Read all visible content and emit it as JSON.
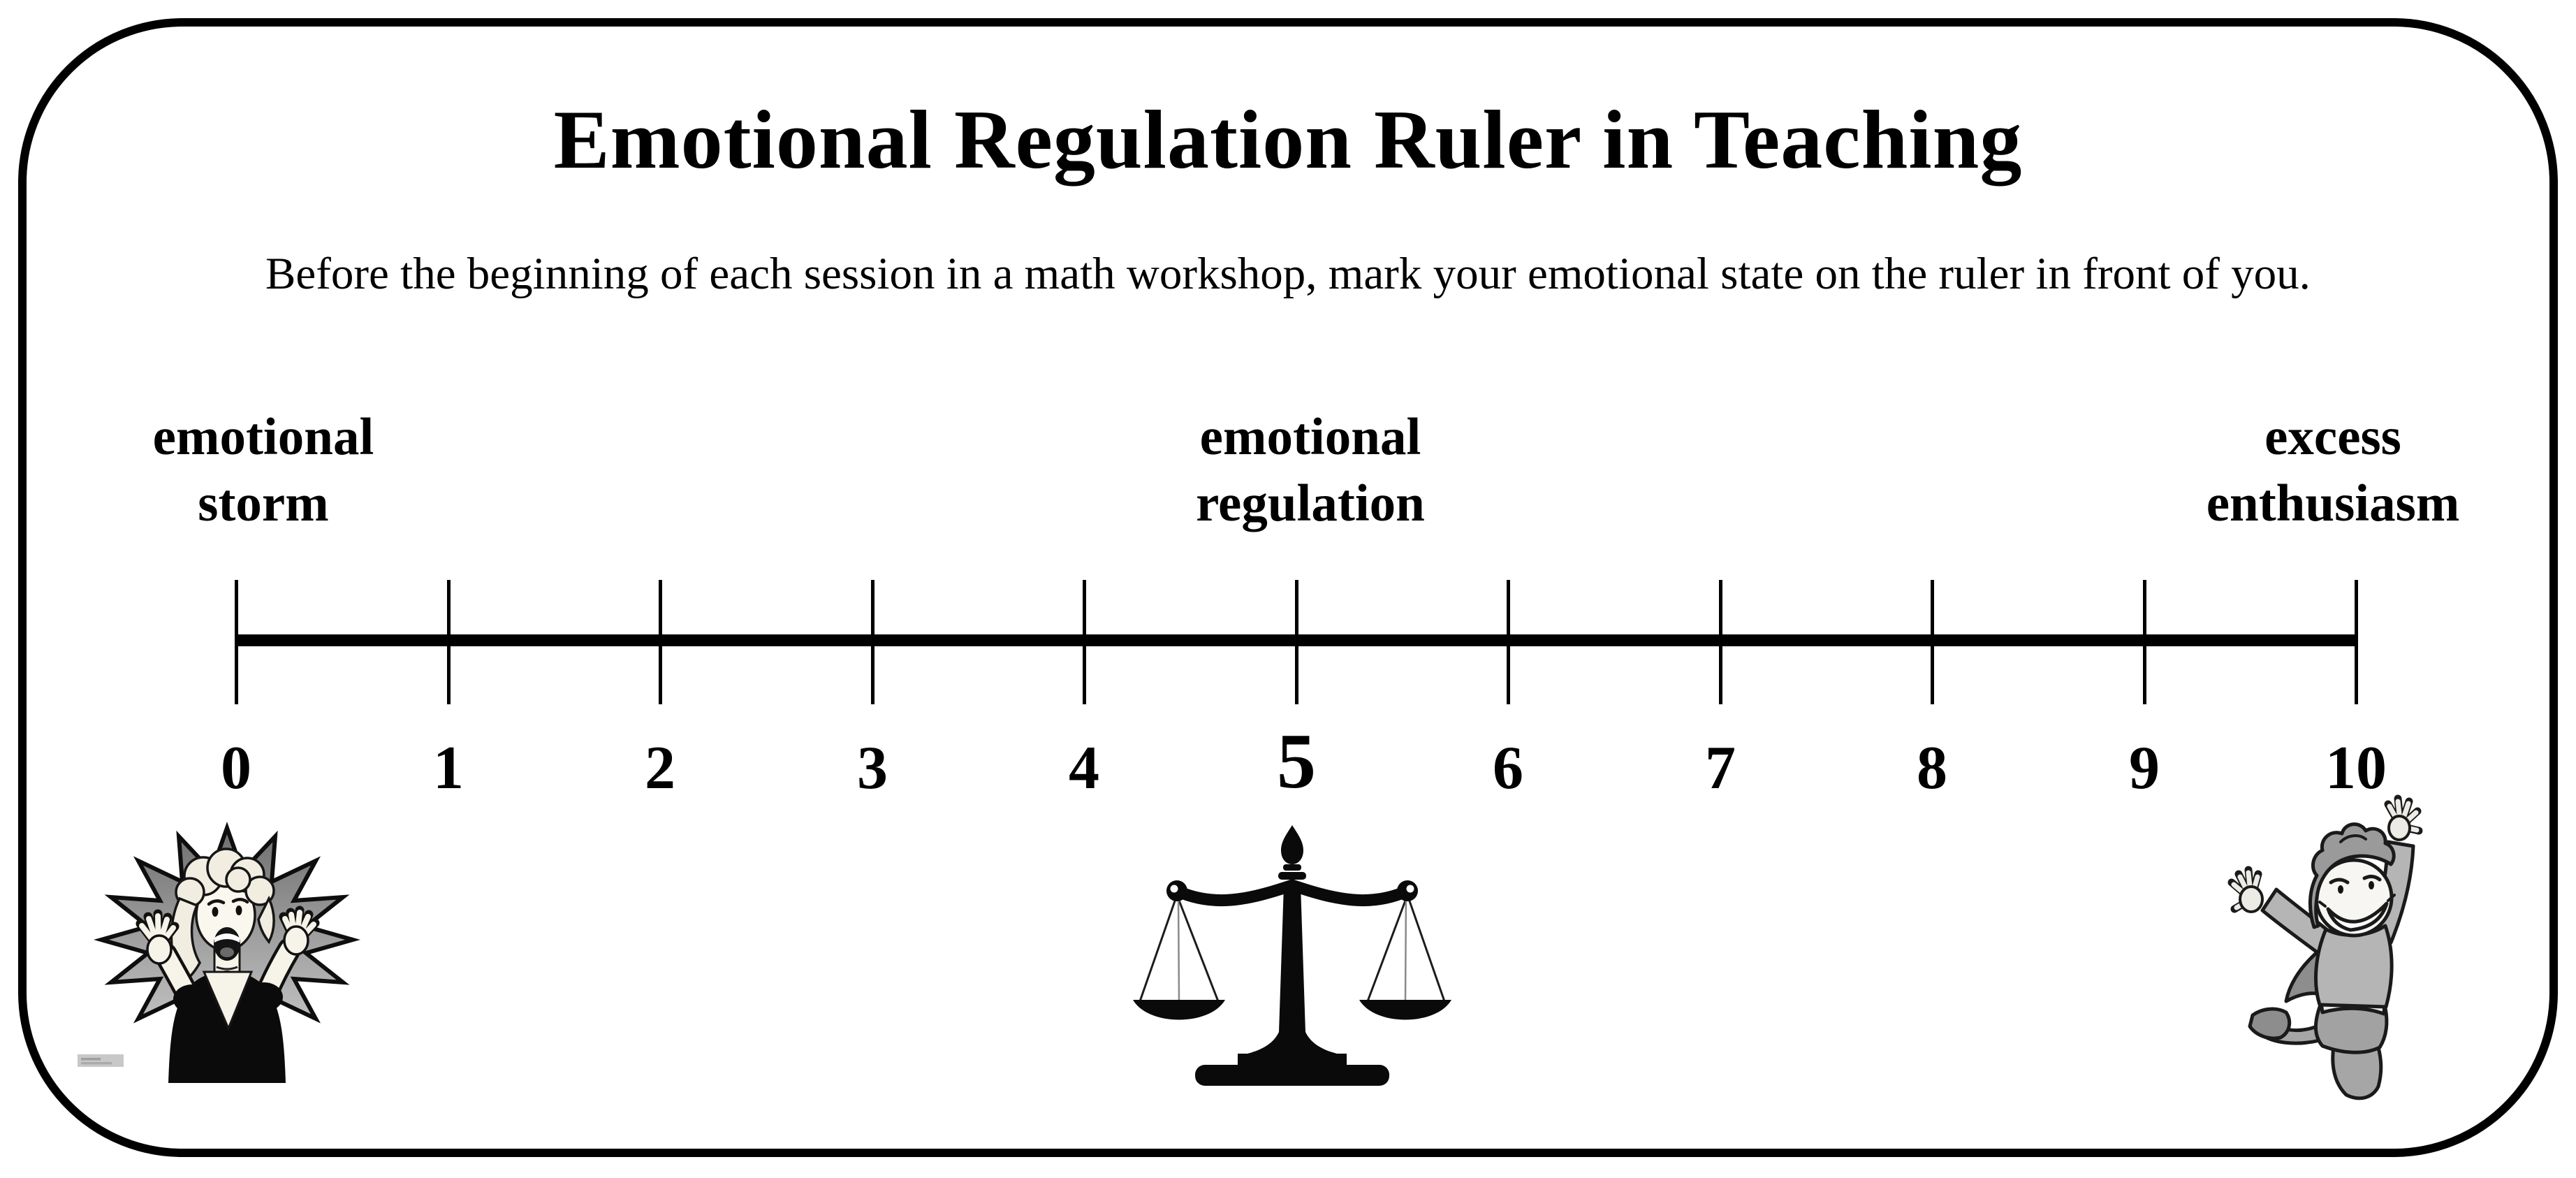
{
  "page": {
    "title": "Emotional Regulation Ruler in Teaching",
    "instruction": "Before the beginning of each session in a math workshop, mark your emotional state on the ruler in front of you."
  },
  "ruler": {
    "min": 0,
    "max": 10,
    "tick_labels": [
      "0",
      "1",
      "2",
      "3",
      "4",
      "5",
      "6",
      "7",
      "8",
      "9",
      "10"
    ],
    "emphasized_tick": "5",
    "anchors": [
      {
        "value": "0",
        "line1": "emotional",
        "line2": "storm"
      },
      {
        "value": "5",
        "line1": "emotional",
        "line2": "regulation"
      },
      {
        "value": "10",
        "line1": "excess",
        "line2": "enthusiasm"
      }
    ]
  },
  "illustrations": [
    {
      "name": "screaming-woman-illustration",
      "depicts": "panicked screaming woman inside spiky starburst",
      "at_value": "0"
    },
    {
      "name": "balance-scale-illustration",
      "depicts": "balanced two-pan weighing scale",
      "at_value": "5"
    },
    {
      "name": "jumping-child-illustration",
      "depicts": "child jumping for joy with raised arms",
      "at_value": "10"
    }
  ],
  "colors": {
    "ink": "#000000",
    "paper": "#ffffff",
    "starburst_gray": "#9e9e9e",
    "illustration_gray": "#a9a9a9"
  }
}
